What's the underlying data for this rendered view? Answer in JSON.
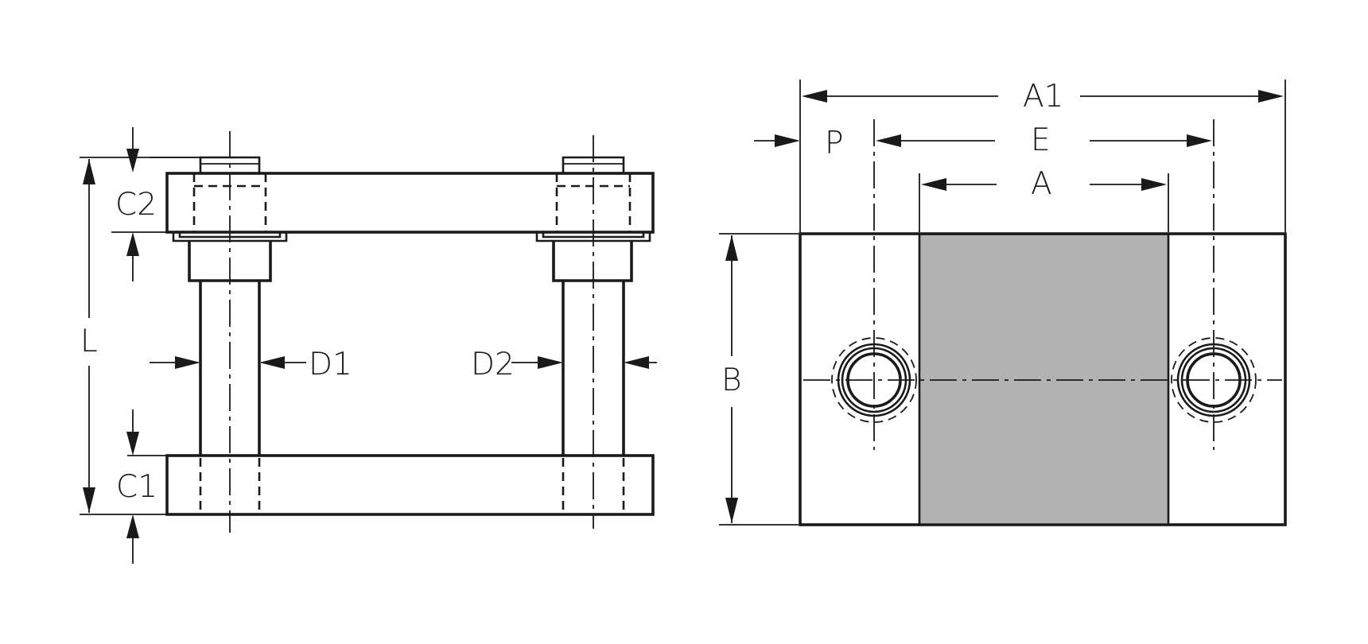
{
  "labels": {
    "c2": "C2",
    "l": "L",
    "c1": "C1",
    "d1": "D1",
    "d2": "D2",
    "a1": "A1",
    "p": "P",
    "e": "E",
    "a": "A",
    "b": "B"
  },
  "colors": {
    "line": "#1a1a1a",
    "shaded_area": "#b2b2b2",
    "background": "#ffffff"
  }
}
